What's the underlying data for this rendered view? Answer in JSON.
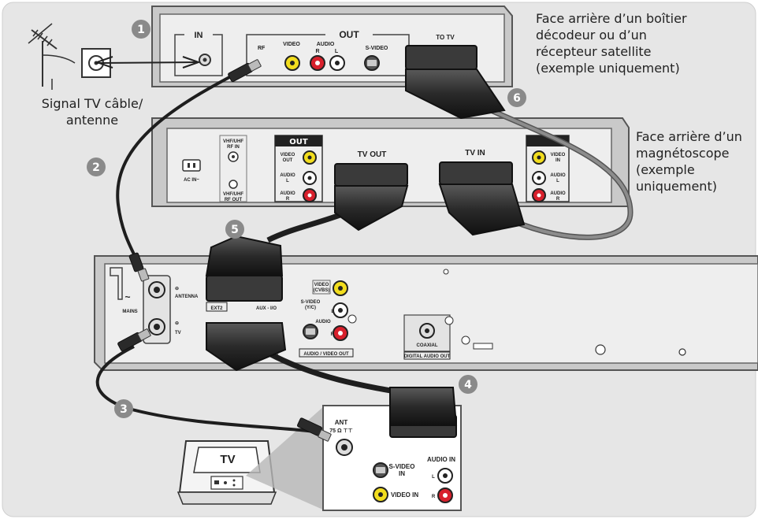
{
  "captions": {
    "signal": [
      "Signal TV câble/",
      "antenne"
    ],
    "decoder": [
      "Face arrière d’un boîtier",
      "décodeur ou d’un",
      "récepteur satellite",
      "(exemple uniquement)"
    ],
    "vcr": [
      "Face arrière d’un",
      "magnétoscope",
      "(exemple",
      "uniquement)"
    ]
  },
  "steps": [
    "1",
    "2",
    "3",
    "4",
    "5",
    "6"
  ],
  "decoder": {
    "in": "IN",
    "out": "OUT",
    "rf": "RF",
    "video": "VIDEO",
    "audio": "AUDIO",
    "r": "R",
    "l": "L",
    "svideo": "S-VIDEO",
    "to_tv": "TO TV"
  },
  "vcr": {
    "ac_in": "AC IN~",
    "vhf_in": [
      "VHF/UHF",
      "RF IN"
    ],
    "vhf_out": [
      "VHF/UHF",
      "RF OUT"
    ],
    "out": "OUT",
    "video_out": [
      "VIDEO",
      "OUT"
    ],
    "audio_l": [
      "AUDIO",
      "L"
    ],
    "audio_r": [
      "AUDIO",
      "R"
    ],
    "tv_out": "TV OUT",
    "tv_in": "TV IN",
    "video_in": [
      "VIDEO",
      "IN"
    ]
  },
  "player": {
    "mains": "MAINS",
    "antenna": "ANTENNA",
    "tv": "TV",
    "ext2": "EXT2",
    "aux_io": "AUX - I/O",
    "video_cvbs": [
      "VIDEO",
      "(CVBS)"
    ],
    "svideo_yc": [
      "S-VIDEO",
      "(Y/C)"
    ],
    "audio": "AUDIO",
    "l": "L",
    "r": "R",
    "av_out": "AUDIO / VIDEO OUT",
    "coaxial": "COAXIAL",
    "digital_out": "DIGITAL AUDIO OUT",
    "ext1_suffix": "/O"
  },
  "tv_set": {
    "label": "TV",
    "ant": [
      "ANT",
      "75 Ω ⊤⊤"
    ],
    "svideo_in": [
      "S-VIDEO",
      "IN"
    ],
    "audio_in": "AUDIO IN",
    "video_in": "VIDEO IN",
    "l": "L",
    "r": "R"
  },
  "colors": {
    "frame": "#e5e5e5",
    "panel": "#dcdcdc",
    "badge": "#8a8a8a",
    "cable": "#1e1e1e",
    "cable_grey": "#8c8c8c",
    "yellow": "#f2dd1e",
    "red": "#d8202c"
  }
}
